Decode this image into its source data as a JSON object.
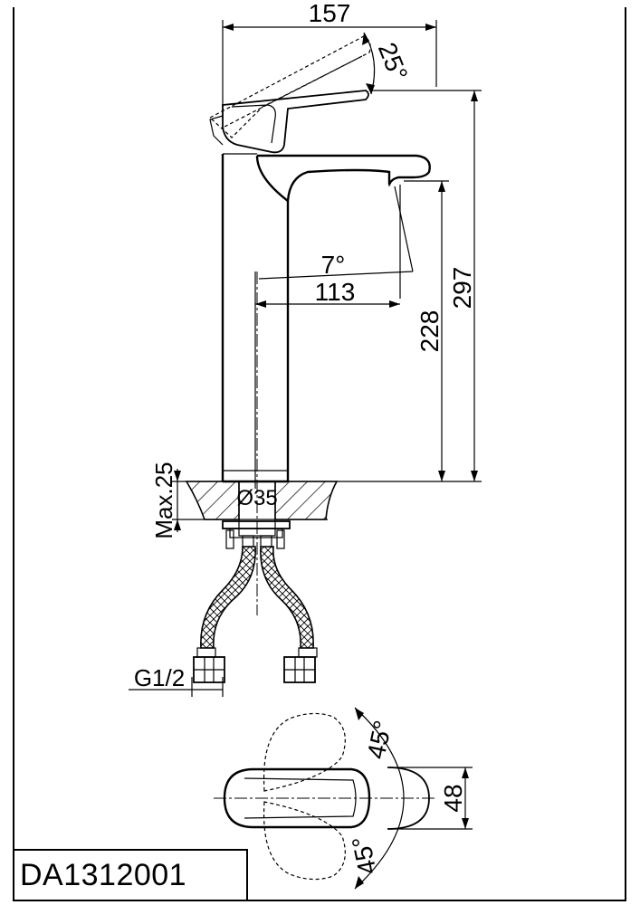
{
  "product_code": "DA1312001",
  "dimensions": {
    "overall_width": "157",
    "lever_angle": "25°",
    "spout_angle": "7°",
    "spout_reach": "113",
    "overall_height": "297",
    "spout_height": "228",
    "max_deck_thickness": "Max.25",
    "hole_diameter": "Ø35",
    "thread": "G1/2",
    "handle_width": "48",
    "rotation_left": "45°",
    "rotation_right": "45°"
  }
}
